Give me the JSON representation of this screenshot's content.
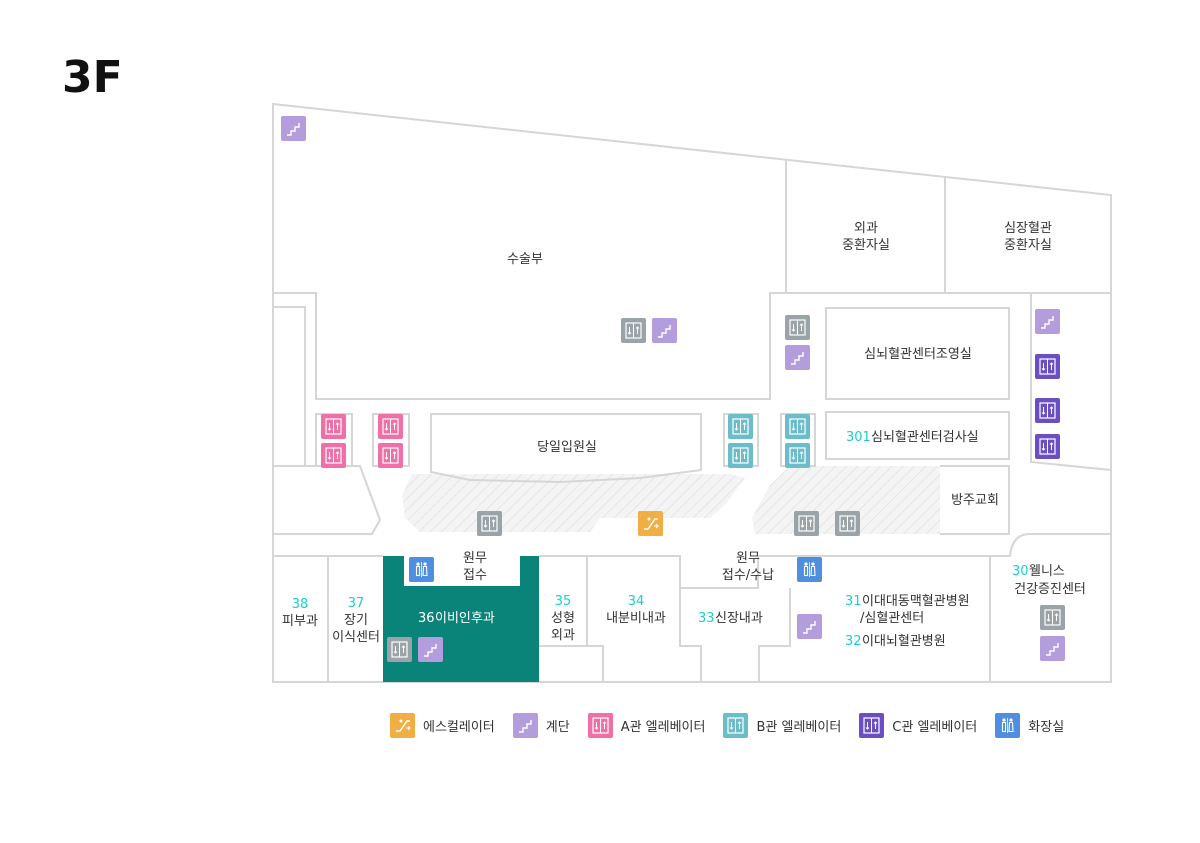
{
  "floor": "3F",
  "colors": {
    "escalator": "#f0ae45",
    "stairs": "#b39ddd",
    "elevator_a": "#ef6fa6",
    "elevator_b": "#6bbec9",
    "elevator_c": "#6b4fc0",
    "elevator_gray": "#9aa3a7",
    "restroom": "#4f8ee0",
    "highlight_room": "#0a8478",
    "number": "#1ccfd0"
  },
  "rooms": {
    "surgery": "수술부",
    "surgical_icu_1": "외과",
    "surgical_icu_2": "중환자실",
    "cardio_icu_1": "심장혈관",
    "cardio_icu_2": "중환자실",
    "cardio_imaging": "심뇌혈관센터조영실",
    "cardio_exam_num": "301",
    "cardio_exam": "심뇌혈관센터검사실",
    "day_ward": "당일입원실",
    "chapel": "방주교회",
    "reception1_1": "원무",
    "reception1_2": "접수",
    "reception2_1": "원무",
    "reception2_2": "접수/수납",
    "derm_num": "38",
    "derm": "피부과",
    "transplant_num": "37",
    "transplant_1": "장기",
    "transplant_2": "이식센터",
    "ent_num": "36",
    "ent": "이비인후과",
    "plastic_num": "35",
    "plastic_1": "성형",
    "plastic_2": "외과",
    "endo_num": "34",
    "endo": "내분비내과",
    "nephro_num": "33",
    "nephro": "신장내과",
    "aorta_num": "31",
    "aorta_1": "이대대동맥혈관병원",
    "aorta_2": "/심혈관센터",
    "brain_num": "32",
    "brain": "이대뇌혈관병원",
    "wellness_num": "30",
    "wellness_1": "웰니스",
    "wellness_2": "건강증진센터"
  },
  "legend": [
    {
      "icon": "escalator-icon",
      "label": "에스컬레이터"
    },
    {
      "icon": "stairs-icon",
      "label": "계단"
    },
    {
      "icon": "elevator-a-icon",
      "label": "A관 엘레베이터"
    },
    {
      "icon": "elevator-b-icon",
      "label": "B관 엘레베이터"
    },
    {
      "icon": "elevator-c-icon",
      "label": "C관 엘레베이터"
    },
    {
      "icon": "restroom-icon",
      "label": "화장실"
    }
  ]
}
